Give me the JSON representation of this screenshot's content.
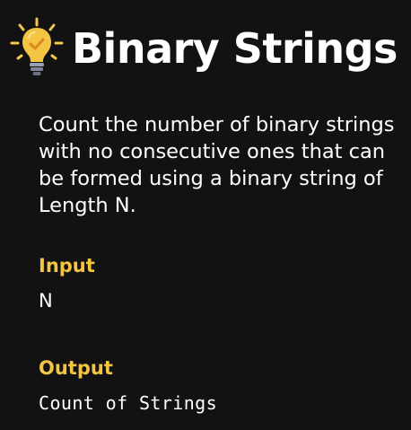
{
  "header": {
    "icon": "lightbulb-icon",
    "title": "Binary Strings"
  },
  "description": "Count the number of binary strings with no consecutive ones that can be formed using a binary string of Length N.",
  "input": {
    "label": "Input",
    "value": "N"
  },
  "output": {
    "label": "Output",
    "value": "Count of Strings"
  },
  "colors": {
    "background": "#121212",
    "text": "#ffffff",
    "accent": "#f4c542"
  }
}
